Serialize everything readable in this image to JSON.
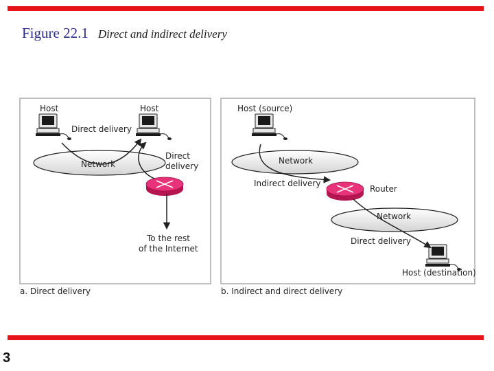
{
  "figure": {
    "number": "Figure 22.1",
    "caption": "Direct and indirect delivery"
  },
  "page_number": "3",
  "panel_a": {
    "caption": "a. Direct delivery",
    "host_left": "Host",
    "host_right": "Host",
    "direct_delivery": "Direct delivery",
    "network": "Network",
    "router_direct_1": "Direct",
    "router_direct_2": "delivery",
    "internet_1": "To the rest",
    "internet_2": "of the Internet"
  },
  "panel_b": {
    "caption": "b. Indirect and direct delivery",
    "host_source": "Host (source)",
    "network_top": "Network",
    "indirect_delivery": "Indirect delivery",
    "router": "Router",
    "network_bottom": "Network",
    "direct_delivery": "Direct delivery",
    "host_destination": "Host (destination)"
  },
  "colors": {
    "accent_bar": "#e8141b",
    "router": "#e8337a",
    "title": "#2b2f8a"
  }
}
